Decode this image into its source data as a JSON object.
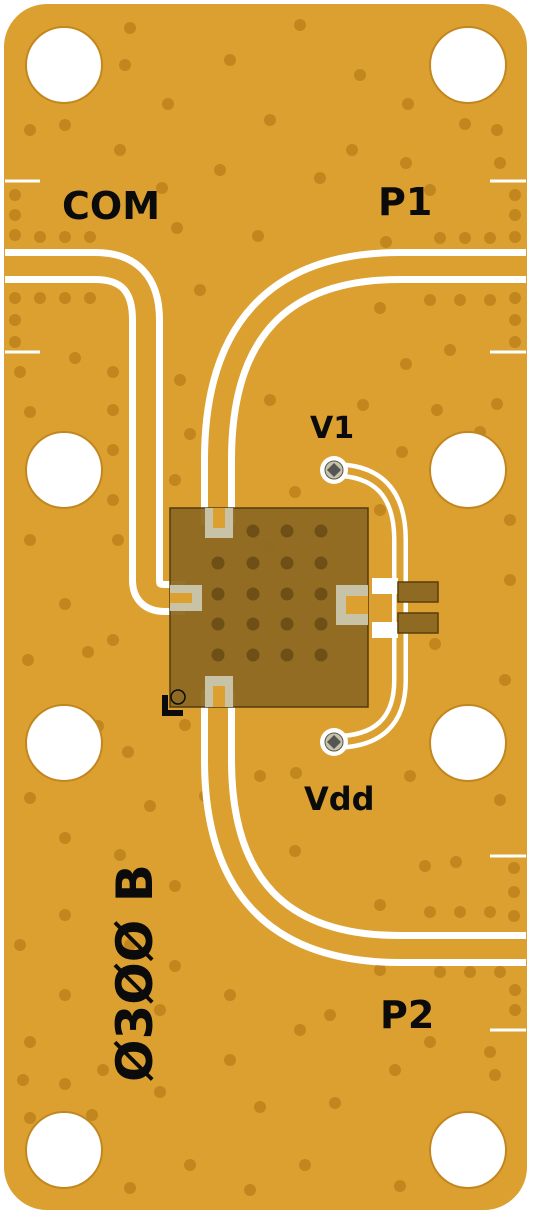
{
  "labels": {
    "com": "COM",
    "p1": "P1",
    "p2": "P2",
    "v1": "V1",
    "vdd": "Vdd",
    "part": "Ø3ØØ B"
  },
  "colors": {
    "board": "#dba030",
    "via": "#c2861e",
    "trace": "#ffffff",
    "ic_body": "#8f6a22",
    "pad": "#c8c3a6",
    "silkscreen": "#0b0b0b"
  }
}
